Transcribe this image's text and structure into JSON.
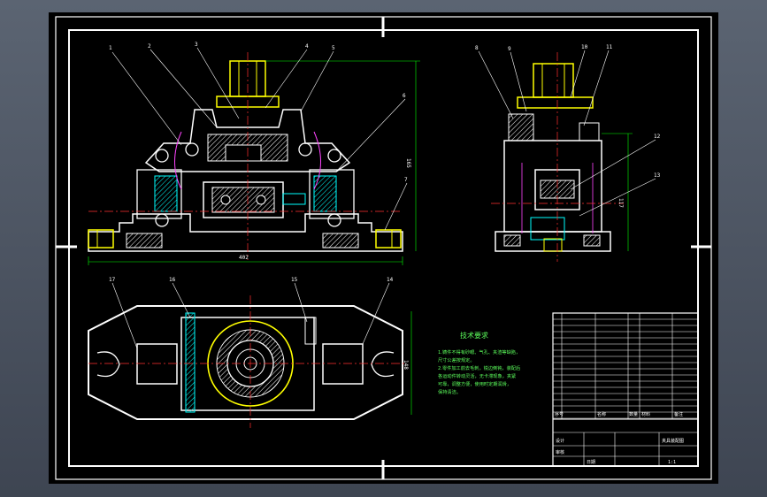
{
  "callouts": {
    "c1": "1",
    "c2": "2",
    "c3": "3",
    "c4": "4",
    "c5": "5",
    "c6": "6",
    "c7": "7",
    "c8": "8",
    "c9": "9",
    "c10": "10",
    "c11": "11",
    "c12": "12",
    "c13": "13",
    "c14": "14",
    "c15": "15",
    "c16": "16",
    "c17": "17"
  },
  "dimensions": {
    "front_width": "402",
    "front_height": "165",
    "side_height": "117",
    "plan_height": "148"
  },
  "notes": {
    "title": "技术要求",
    "line1": "1.铸件不得有砂眼、气孔、夹渣等缺陷，",
    "line2": "  尺寸公差按规定。",
    "line3": "2.零件加工前去毛刺，锐边倒钝，装配后",
    "line4": "  各运动件转动灵活，无卡滞现象，夹紧",
    "line5": "  可靠，调整方便，使用时定期润滑，",
    "line6": "  保持清洁。"
  },
  "title_block": {
    "drawing_title": "夹具装配图",
    "scale": "1:1",
    "seq_header": "序号",
    "name_header": "名称",
    "qty_header": "数量",
    "material_header": "材料",
    "remark_header": "备注",
    "designer": "设计",
    "checker": "审核",
    "date": "日期"
  },
  "colors": {
    "paper": "#000000",
    "line": "#ffffff",
    "yellow": "#ffff00",
    "cyan": "#00ffff",
    "green": "#00ff00",
    "red": "#ff3030",
    "magenta": "#ff40ff"
  }
}
